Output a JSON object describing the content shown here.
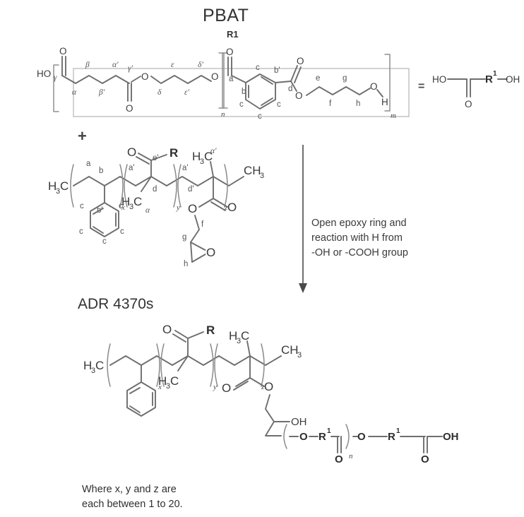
{
  "figure": {
    "kind": "chemical-reaction-scheme",
    "reactant_title": "PBAT",
    "reactant_subtitle": "R1",
    "plus_sign": "+",
    "second_reactant_label": "ADR 4370s",
    "arrow_condition": "Open epoxy ring and\nreaction with H from\n-OH or -COOH group",
    "footnote": "Where x, y and z are\neach between 1 to 20.",
    "equals_sign": "="
  },
  "colors": {
    "background": "#ffffff",
    "bond": "#6e6e6e",
    "bracket": "#8f8f8f",
    "box": "#b4b4b4",
    "text": "#333333",
    "label": "#555555"
  },
  "pbat": {
    "terminal_left": "HO",
    "terminal_right_o": "O",
    "terminal_right_h": "H",
    "repeat_n": "n",
    "repeat_m": "m",
    "oxygen": "O",
    "greek_labels": [
      "γ",
      "α",
      "β",
      "β'",
      "α'",
      "γ'",
      "δ",
      "ε",
      "ε'",
      "δ'"
    ],
    "aromatic_labels": [
      "a",
      "b",
      "c",
      "c",
      "b'",
      "c",
      "c",
      "d"
    ],
    "butylene_labels": [
      "e",
      "f",
      "g",
      "h"
    ]
  },
  "shorthand": {
    "left": "HO",
    "center": "R",
    "center_superscript": "1",
    "right": "OH",
    "carbonyl_o": "O"
  },
  "adr": {
    "methyl_left": "H₃C",
    "methyl_right": "CH₃",
    "methyl_mid_1": "H₃C",
    "methyl_mid_2": "H₃C",
    "r_group": "R",
    "carbonyl_o": "O",
    "ester_o": "O",
    "epoxide_o": "O",
    "subscripts": [
      "x",
      "y",
      "z"
    ],
    "labels": [
      "a",
      "b",
      "b'",
      "c",
      "c",
      "c",
      "c",
      "a'",
      "d",
      "α",
      "e'",
      "α'",
      "a'",
      "d'",
      "f",
      "g",
      "h"
    ]
  },
  "product": {
    "methyl_left": "H₃C",
    "methyl_right": "CH₃",
    "methyl_mid_1": "H₃C",
    "methyl_mid_2": "H₃C",
    "r_group": "R",
    "carbonyl_o": "O",
    "ester_o": "O",
    "hydroxyl": "OH",
    "chain_o_1": "O",
    "chain_r1": "R",
    "chain_r1_sup": "1",
    "chain_o_2": "O",
    "chain_r2": "R",
    "chain_r2_sup": "1",
    "chain_carbonyl_o_1": "O",
    "chain_carbonyl_o_2": "O",
    "terminal_oh": "OH",
    "repeat_n": "n",
    "subscripts": [
      "x",
      "y",
      "z"
    ]
  }
}
